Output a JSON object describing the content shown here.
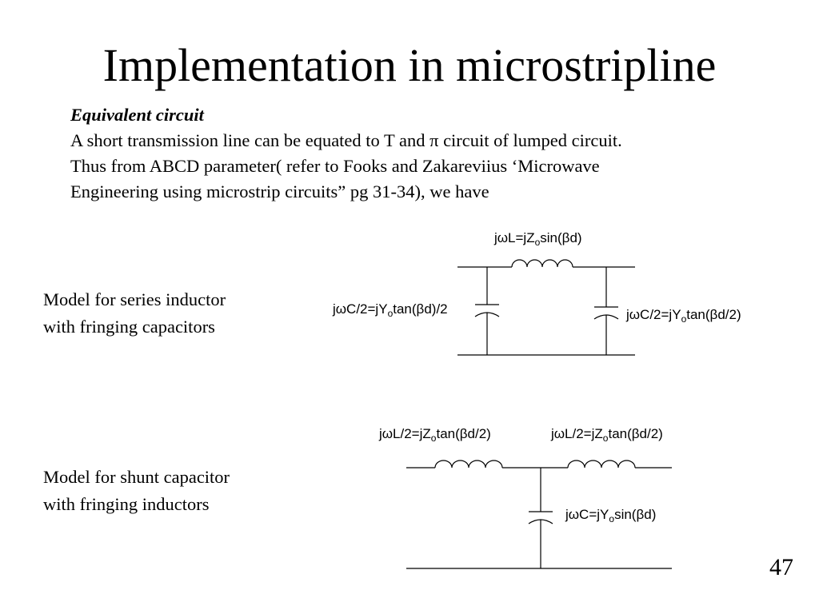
{
  "slide": {
    "title": "Implementation in microstripline",
    "subheading": "Equivalent circuit",
    "paragraph_lines": [
      "A short transmission line can be equated to T and π circuit of lumped circuit.",
      "Thus from ABCD parameter( refer to Fooks and Zakareviius ‘Microwave",
      "Engineering using microstrip circuits” pg 31-34), we have"
    ],
    "page_number": "47"
  },
  "model_series": {
    "label_line1": "Model for series inductor",
    "label_line2": "with fringing capacitors",
    "inductor_label": {
      "pre": "jωL=jZ",
      "sub": "o",
      "post": "sin(βd)"
    },
    "left_cap_label": {
      "pre": "jωC/2=jY",
      "sub": "o",
      "post": "tan(βd)/2"
    },
    "right_cap_label": {
      "pre": "jωC/2=jY",
      "sub": "o",
      "post": "tan(βd/2)"
    }
  },
  "model_shunt": {
    "label_line1": "Model for shunt capacitor",
    "label_line2": "with fringing inductors",
    "left_ind_label": {
      "pre": "jωL/2=jZ",
      "sub": "o",
      "post": "tan(βd/2)"
    },
    "right_ind_label": {
      "pre": "jωL/2=jZ",
      "sub": "o",
      "post": "tan(βd/2)"
    },
    "cap_label": {
      "pre": "jωC=jY",
      "sub": "o",
      "post": "sin(βd)"
    }
  }
}
